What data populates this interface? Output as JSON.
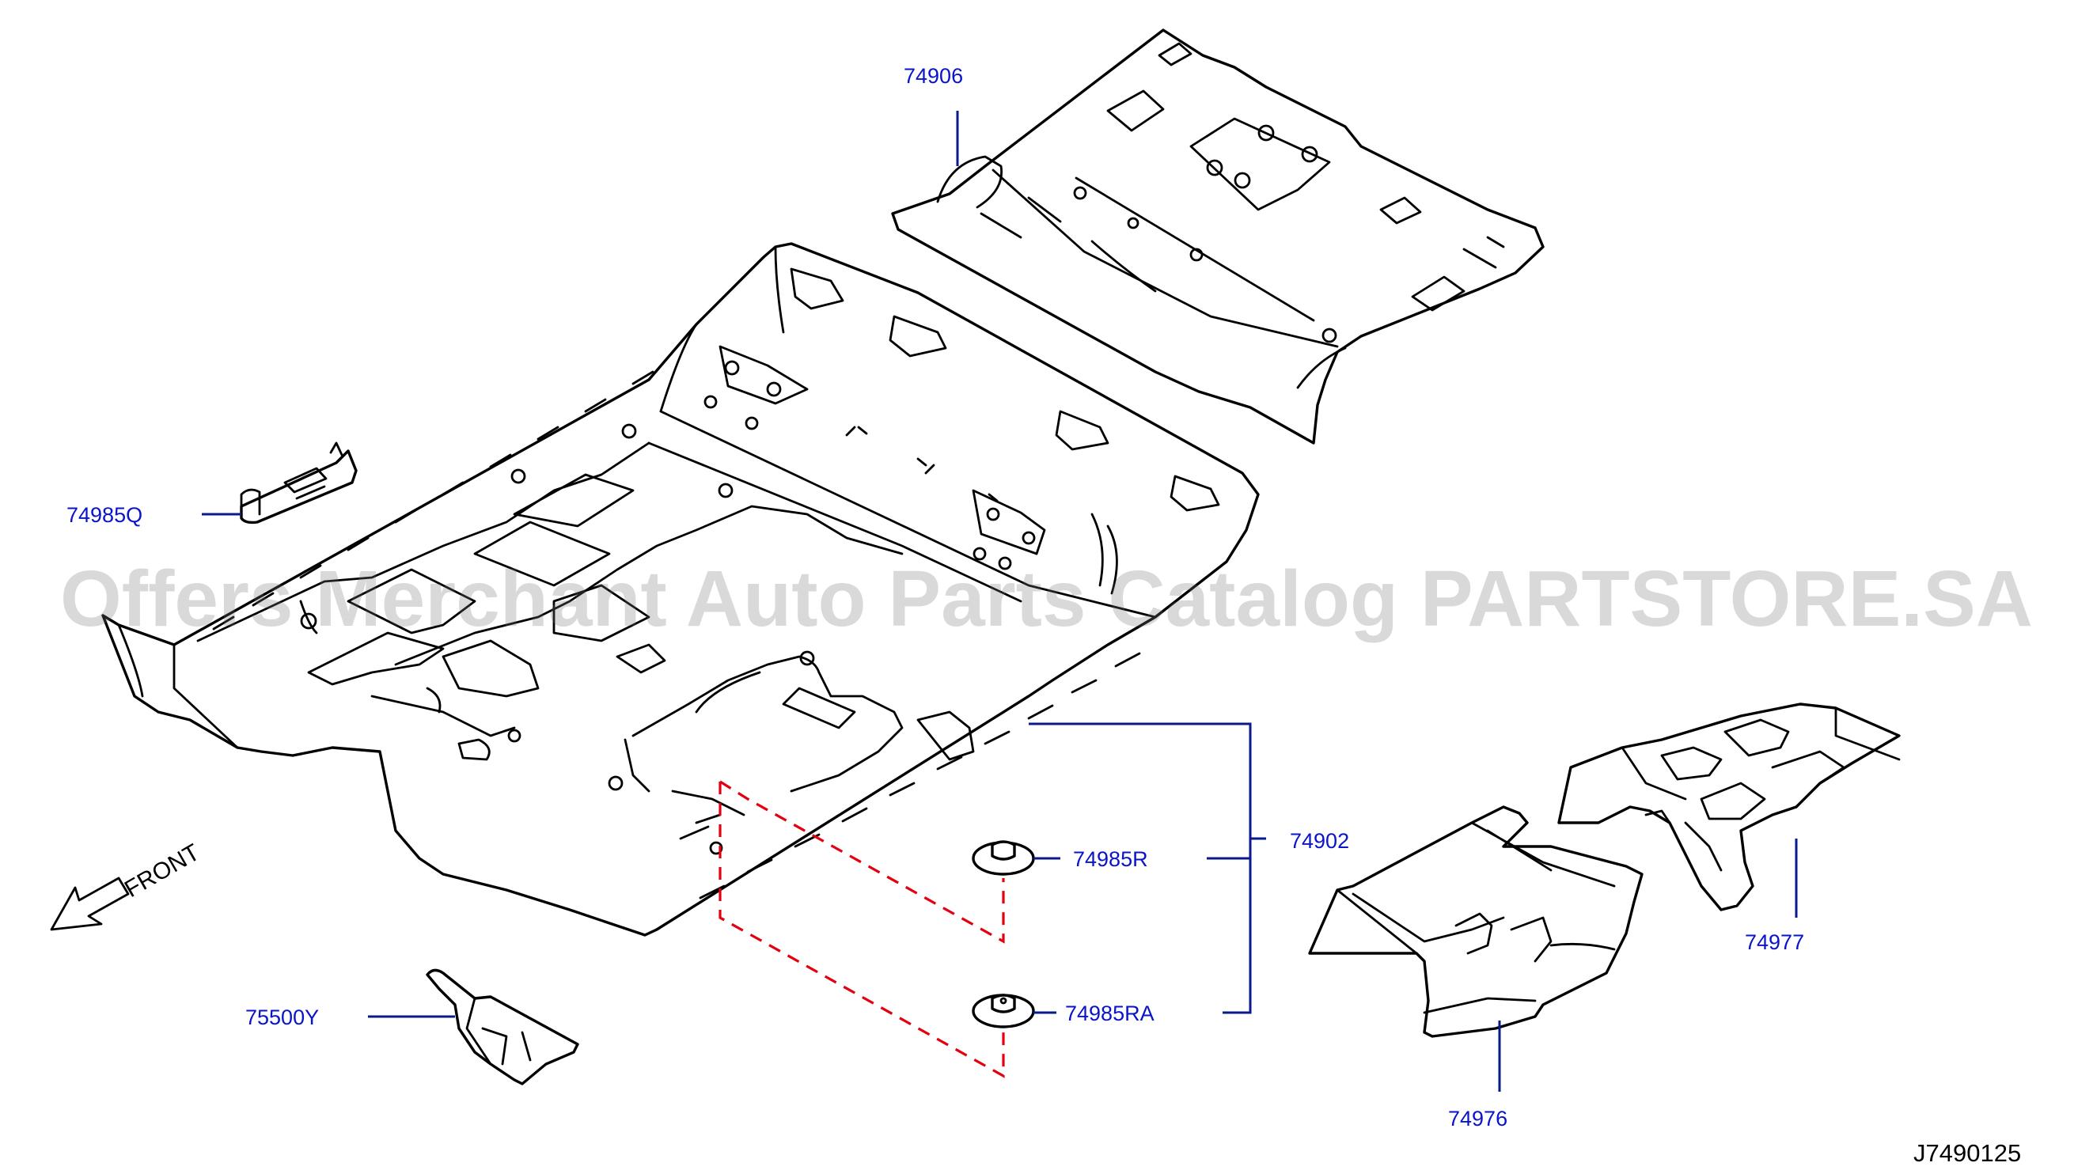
{
  "watermark": "Offers Merchant Auto Parts Catalog PARTSTORE.SA",
  "diagram_ref": "J7490125",
  "front_label": "FRONT",
  "callouts": {
    "p74906": "74906",
    "p74985q": "74985Q",
    "p74902": "74902",
    "p74985r": "74985R",
    "p74985ra": "74985RA",
    "p75500y": "75500Y",
    "p74977": "74977",
    "p74976": "74976"
  },
  "colors": {
    "callout": "#0a14c8",
    "leader": "#0a1a8c",
    "dashed_guide": "#e3000f"
  }
}
